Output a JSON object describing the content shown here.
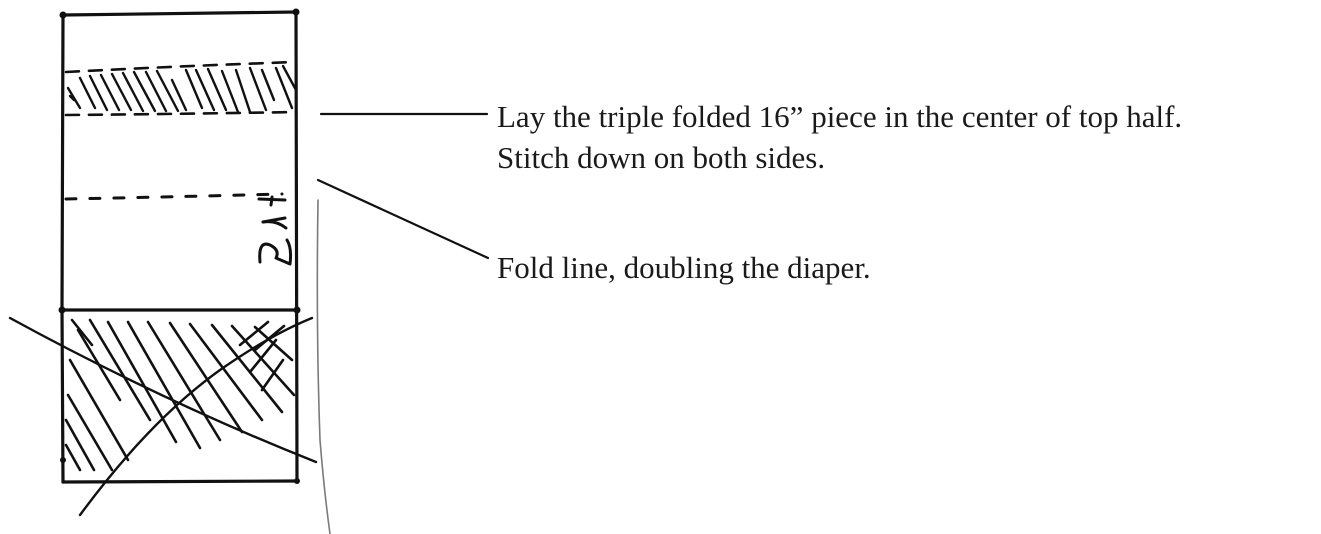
{
  "diagram": {
    "sketch_label": "21\"",
    "callouts": [
      {
        "lines": [
          "Lay the triple folded 16” piece in the center of top half.",
          "Stitch down on both sides."
        ]
      },
      {
        "lines": [
          "Fold line, doubling the diaper."
        ]
      }
    ]
  }
}
